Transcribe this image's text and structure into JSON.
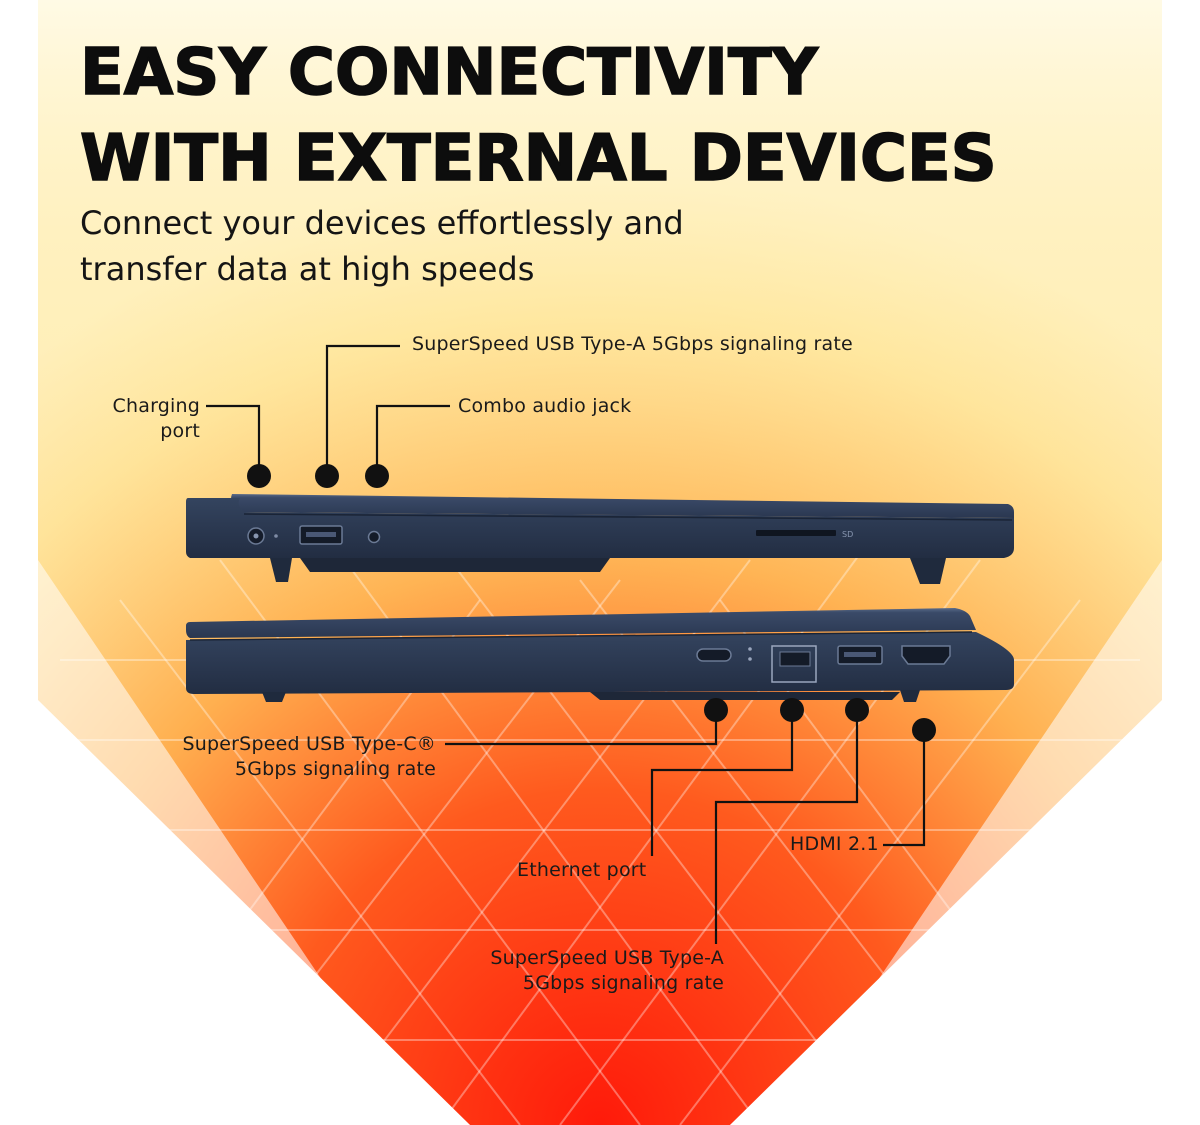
{
  "headline": {
    "line1": "EASY CONNECTIVITY",
    "line2": "WITH EXTERNAL DEVICES"
  },
  "subheadline": {
    "line1": "Connect your devices effortlessly and",
    "line2": "transfer data at high speeds"
  },
  "callouts": {
    "usb_a_top": "SuperSpeed USB Type-A 5Gbps signaling rate",
    "charging_line1": "Charging",
    "charging_line2": "port",
    "audio": "Combo audio jack",
    "usb_c_line1": "SuperSpeed USB Type-C®",
    "usb_c_line2": "5Gbps signaling rate",
    "ethernet": "Ethernet port",
    "hdmi": "HDMI 2.1",
    "usb_a_bottom_line1": "SuperSpeed USB Type-A",
    "usb_a_bottom_line2": "5Gbps signaling rate"
  },
  "port_marks": {
    "sd": "SD"
  },
  "colors": {
    "laptop_body": "#2f3e58",
    "laptop_edge": "#1f2a3d",
    "laptop_highlight": "#4a5a78",
    "background_warm": "#ffe89a",
    "background_hot": "#ff2a10",
    "leader_line": "#111111"
  }
}
